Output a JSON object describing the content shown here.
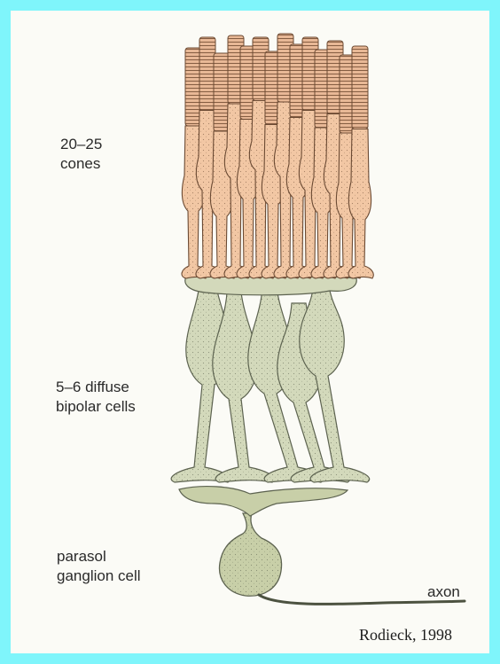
{
  "labels": {
    "cones": [
      "20–25",
      "cones"
    ],
    "bipolar": [
      "5–6 diffuse",
      "bipolar cells"
    ],
    "ganglion": [
      "parasol",
      "ganglion cell"
    ],
    "axon": "axon"
  },
  "credit": "Rodieck, 1998",
  "colors": {
    "frame": "#7ff5fb",
    "background": "#fbfbf6",
    "cone_fill": "#f2c7a4",
    "cone_outline": "#6b4a33",
    "outer_segment": "#d9a88a",
    "bipolar_fill": "#d3d9bb",
    "bipolar_outline": "#5d6350",
    "ganglion_fill": "#c8cfa8"
  }
}
